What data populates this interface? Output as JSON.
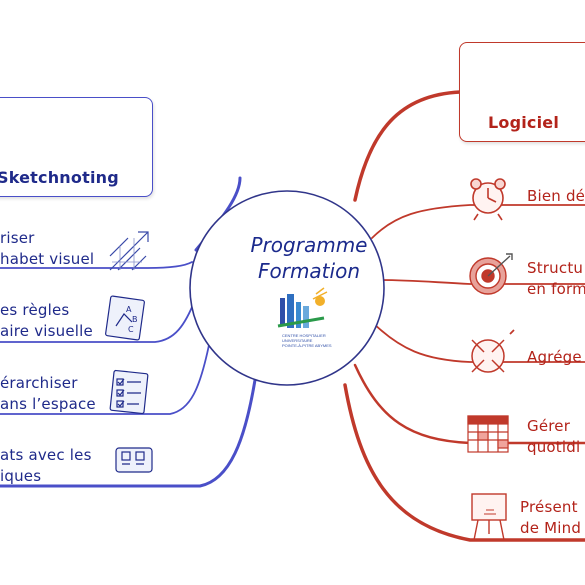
{
  "center": {
    "title_line1": "Programme",
    "title_line2": "Formation",
    "logo_text_line1": "CENTRE HOSPITALIER",
    "logo_text_line2": "UNIVERSITAIRE",
    "logo_text_line3": "POINTE-À-PITRE ABYMES"
  },
  "left_branch": {
    "color": "#4a4fc8",
    "title": "Sketchnoting",
    "title_icon": "notebook-icon",
    "items": [
      {
        "line1": "riser",
        "line2": "habet visuel",
        "icon": "arrows-grid-icon"
      },
      {
        "line1": "es règles",
        "line2": "aire visuelle",
        "icon": "diagram-card-icon"
      },
      {
        "line1": "érarchiser",
        "line2": "ans l’espace",
        "icon": "checklist-icon"
      },
      {
        "line1": "ats avec les",
        "line2": "iques",
        "icon": "printer-icon"
      }
    ]
  },
  "right_branch": {
    "color": "#c0392b",
    "title": "Logiciel",
    "title_icon": "laptop-icon",
    "items": [
      {
        "line1": "Bien dé",
        "line2": "",
        "icon": "alarm-clock-icon"
      },
      {
        "line1": "Structu",
        "line2": "en form",
        "icon": "target-icon"
      },
      {
        "line1": "Agrége",
        "line2": "",
        "icon": "converge-arrows-icon"
      },
      {
        "line1": "Gérer",
        "line2": "quotidi",
        "icon": "calendar-icon"
      },
      {
        "line1": "Présent",
        "line2": "de Mind",
        "icon": "easel-icon"
      }
    ]
  }
}
